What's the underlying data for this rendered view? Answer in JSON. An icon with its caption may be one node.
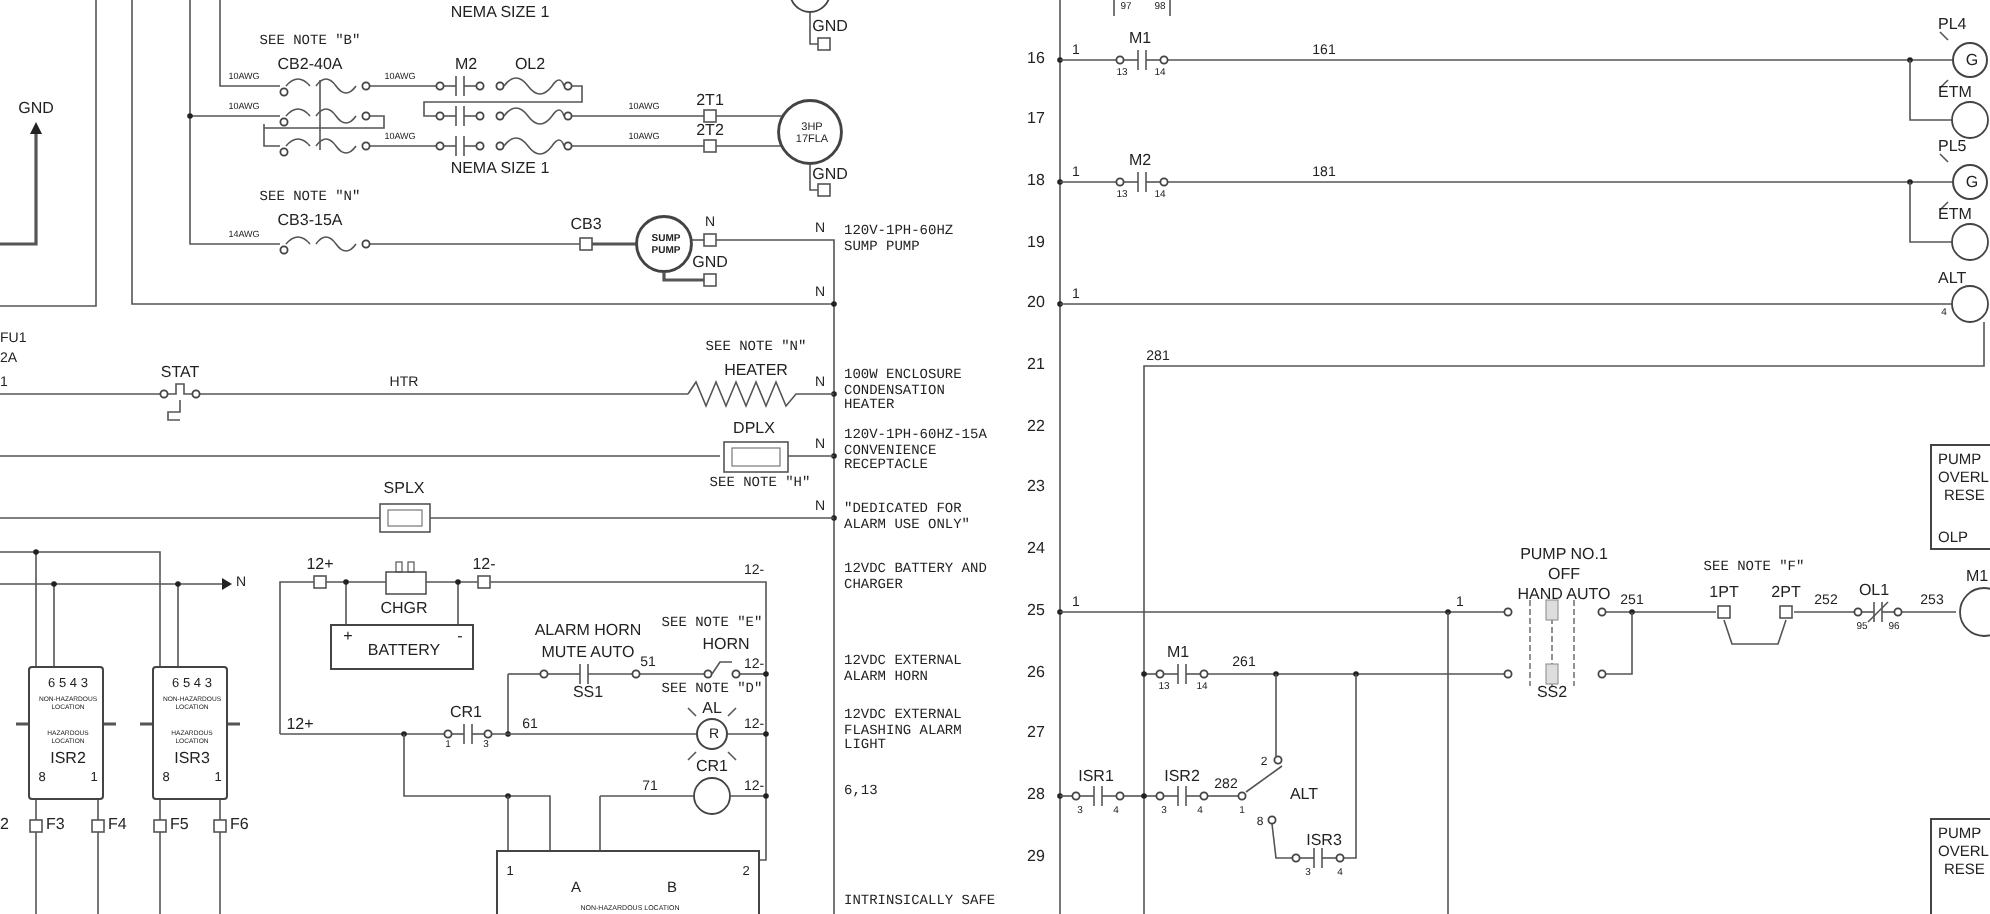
{
  "diagram": {
    "nodes": [
      {
        "text": [
          "3HP 17FLA"
        ]
      },
      {
        "text": [
          "SUMP PUMP"
        ]
      },
      {
        "text": [
          "+",
          "BATTERY",
          "-"
        ]
      },
      {
        "text": [
          "6 5 4 3",
          "NON-HAZARDOUS LOCATION",
          "HAZARDOUS LOCATION",
          "ISR2",
          "8",
          "1"
        ]
      },
      {
        "text": [
          "6 5 4 3",
          "NON-HAZARDOUS LOCATION",
          "HAZARDOUS LOCATION",
          "ISR3",
          "8",
          "1"
        ]
      },
      {
        "text": [
          "R"
        ],
        "beside": [
          "AL"
        ]
      },
      {
        "text": [
          "1",
          "A",
          "B",
          "2",
          "NON-HAZARDOUS LOCATION"
        ]
      },
      {
        "text": [
          "G"
        ]
      },
      {
        "text": [
          "G"
        ]
      },
      {
        "text": [
          "PUMP",
          "OVERL",
          "RESE",
          "OLP"
        ]
      },
      {
        "text": [
          "PUMP",
          "OVERL",
          "RESE"
        ]
      }
    ],
    "edges": [
      {
        "from": 3,
        "to": 4,
        "arrow": "none"
      },
      {
        "from": 3,
        "to": 4,
        "arrow": "none"
      },
      {
        "from": 5,
        "to": 6,
        "arrow": "none"
      }
    ],
    "labels": [
      "NEMA SIZE 1",
      "GND",
      "GND",
      "SEE NOTE \"B\"",
      "CB2-40A",
      "M2",
      "OL2",
      "10AWG",
      "10AWG",
      "10AWG",
      "2T1",
      "10AWG",
      "2T2",
      "10AWG",
      "10AWG",
      "NEMA SIZE 1",
      "GND",
      "SEE NOTE \"N\"",
      "CB3-15A",
      "14AWG",
      "CB3",
      "N",
      "N",
      "120V-1PH-60HZ SUMP PUMP",
      "GND",
      "N",
      "FU1",
      "2A",
      "1",
      "STAT",
      "SEE NOTE \"N\"",
      "HEATER",
      "HTR",
      "N",
      "100W ENCLOSURE CONDENSATION HEATER",
      "DPLX",
      "N",
      "120V-1PH-60HZ-15A CONVENIENCE RECEPTACLE",
      "SEE NOTE \"H\"",
      "SPLX",
      "N",
      "\"DEDICATED FOR ALARM USE ONLY\"",
      "12+",
      "12-",
      "12-",
      "12VDC BATTERY AND CHARGER",
      "N",
      "CHGR",
      "ALARM HORN",
      "SEE NOTE \"E\"",
      "HORN",
      "MUTE AUTO",
      "51",
      "12-",
      "12VDC EXTERNAL ALARM HORN",
      "SS1",
      "SEE NOTE \"D\"",
      "12+",
      "CR1",
      "61",
      "12-",
      "12VDC EXTERNAL FLASHING ALARM LIGHT",
      "1",
      "3",
      "CR1",
      "71",
      "12-",
      "6,13",
      "2",
      "F3",
      "F4",
      "F5",
      "F6",
      "INTRINSICALLY SAFE",
      "97",
      "98",
      "16",
      "1",
      "M1",
      "161",
      "13",
      "14",
      "PL4",
      "ETM",
      "17",
      "M2",
      "1",
      "181",
      "13",
      "14",
      "PL5",
      "ETM",
      "18",
      "19",
      "ALT",
      "20",
      "1",
      "4",
      "281",
      "21",
      "22",
      "23",
      "24",
      "PUMP NO.1",
      "SEE NOTE \"F\"",
      "OFF",
      "HAND AUTO",
      "1PT",
      "2PT",
      "OL1",
      "25",
      "1",
      "1",
      "251",
      "252",
      "253",
      "M1",
      "95",
      "96",
      "M1",
      "261",
      "26",
      "13",
      "14",
      "SS2",
      "27",
      "2",
      "ISR1",
      "ISR2",
      "282",
      "28",
      "ALT",
      "3",
      "4",
      "3",
      "4",
      "1",
      "8",
      "ISR3",
      "29",
      "3",
      "4"
    ]
  }
}
